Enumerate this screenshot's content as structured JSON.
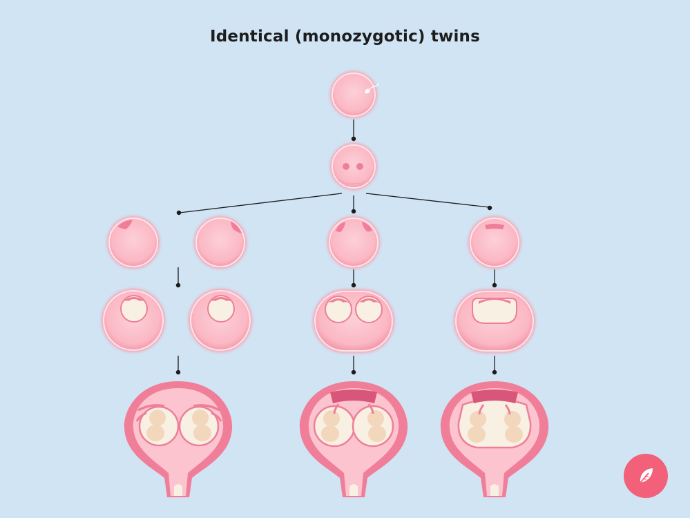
{
  "title": "Identical (monozygotic) twins",
  "colors": {
    "background": "#d0e4f4",
    "cell_fill": "#fbc0ca",
    "cell_glow": "#f7a3b3",
    "embryo_mass": "#ef7e98",
    "cavity": "#f8f0e2",
    "uterus": "#f07e98",
    "uterus_inner": "#fbc4cf",
    "fetus": "#f2d7bd",
    "connector": "#1c1c1c",
    "logo": "#f2607a"
  },
  "icons": {
    "logo": "feather-logo-icon"
  },
  "columns": [
    {
      "cells": 2,
      "cavities": "separate",
      "mass_in_uterus": "two-top"
    },
    {
      "cells": 1,
      "cavities": "two-shared-shell",
      "mass_in_uterus": "one-band"
    },
    {
      "cells": 1,
      "cavities": "one-shared",
      "mass_in_uterus": "one-band"
    }
  ]
}
